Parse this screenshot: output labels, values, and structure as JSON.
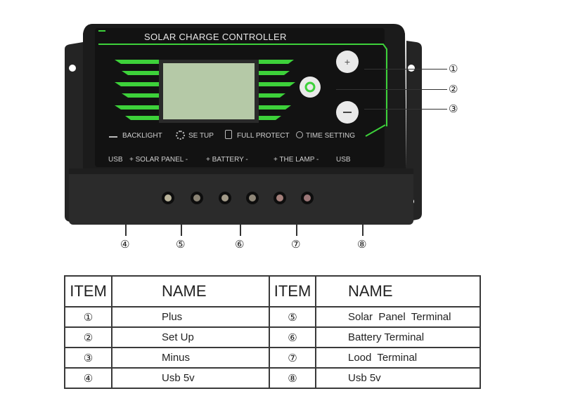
{
  "device": {
    "title": "SOLAR CHARGE CONTROLLER",
    "functions": [
      "BACKLIGHT",
      "SE TUP",
      "FULL PROTECT",
      "TIME SETTING"
    ],
    "terminals_label": {
      "usb_left": "USB",
      "solar": "+ SOLAR PANEL -",
      "battery": "+ BATTERY -",
      "lamp": "+ THE LAMP -",
      "usb_right": "USB"
    },
    "colors": {
      "body": "#1b1b1b",
      "accent": "#3dd13a",
      "lcd": "#b5c9a7",
      "button": "#e9e9e9"
    }
  },
  "callouts": {
    "c1": "①",
    "c2": "②",
    "c3": "③",
    "c4": "④",
    "c5": "⑤",
    "c6": "⑥",
    "c7": "⑦",
    "c8": "⑧"
  },
  "table": {
    "header": {
      "item": "ITEM",
      "name": "NAME"
    },
    "rows": [
      {
        "item1": "①",
        "name1": "Plus",
        "item2": "⑤",
        "name2": "Solar  Panel  Terminal"
      },
      {
        "item1": "②",
        "name1": "Set Up",
        "item2": "⑥",
        "name2": "Battery Terminal"
      },
      {
        "item1": "③",
        "name1": "Minus",
        "item2": "⑦",
        "name2": "Lood  Terminal"
      },
      {
        "item1": "④",
        "name1": "Usb 5v",
        "item2": "⑧",
        "name2": "Usb 5v"
      }
    ]
  }
}
